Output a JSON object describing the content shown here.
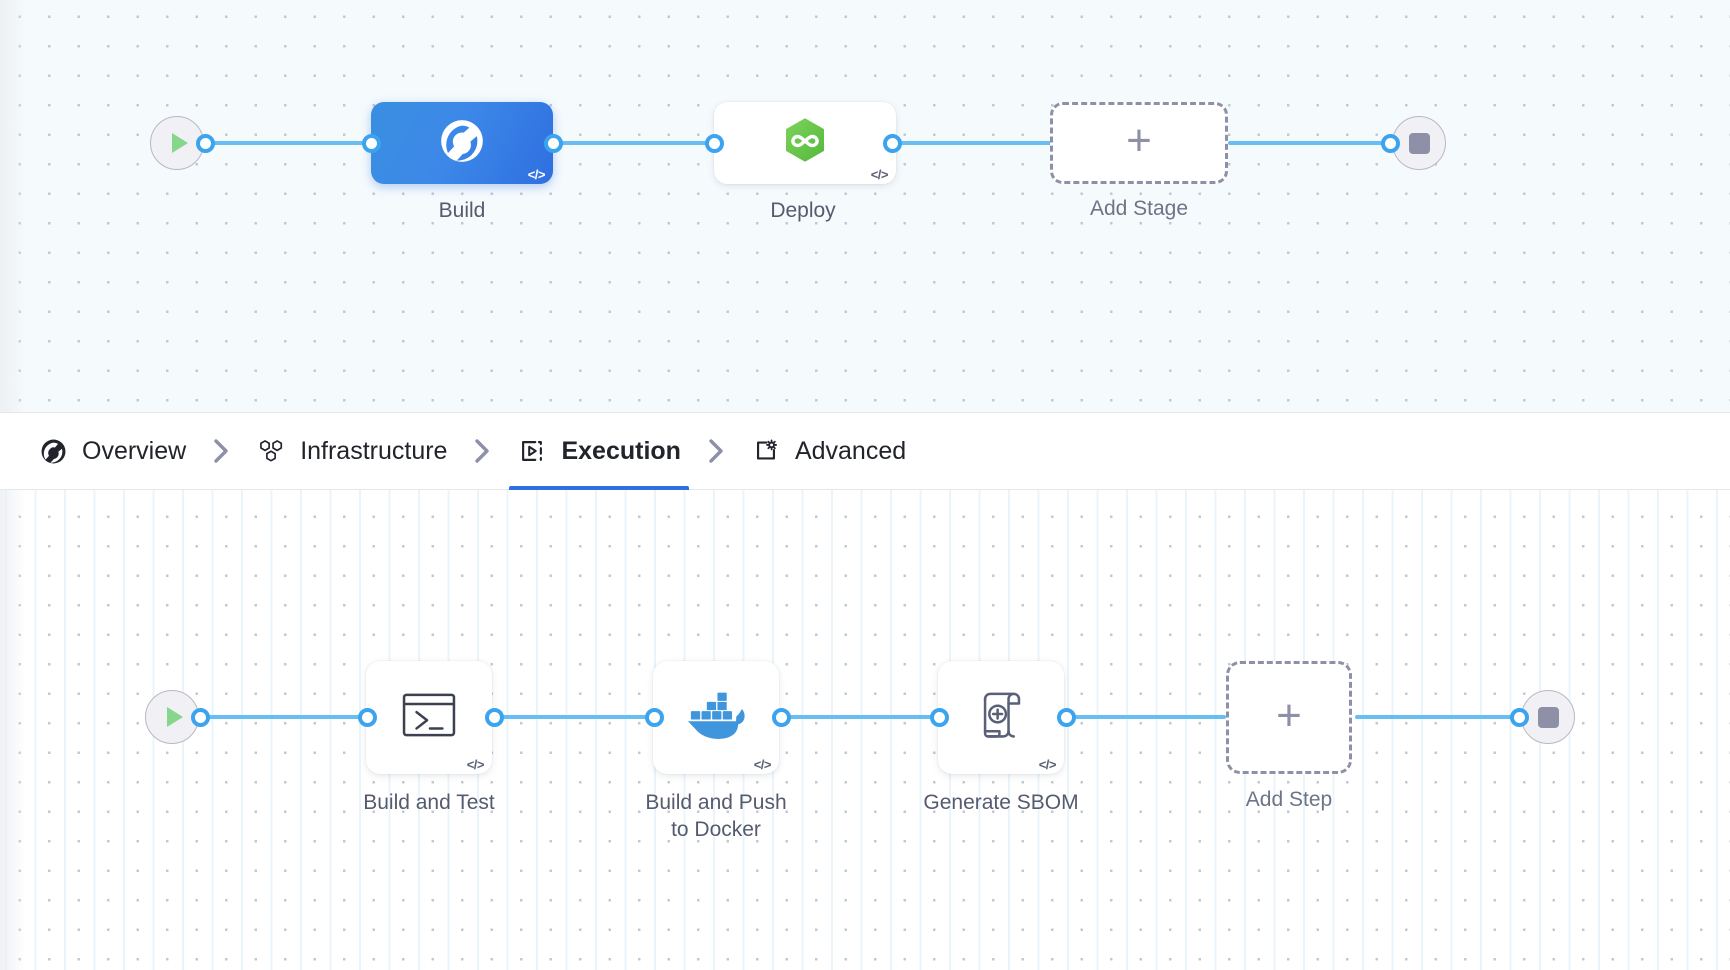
{
  "stage_graph": {
    "start_node": {
      "icon": "play-icon",
      "name": "pipeline-start"
    },
    "end_node": {
      "icon": "stop-icon",
      "name": "pipeline-end"
    },
    "nodes": [
      {
        "label": "Build",
        "icon": "build-wheel-icon",
        "badge": "</>",
        "selected": true,
        "type": "stage"
      },
      {
        "label": "Deploy",
        "icon": "harness-hex-icon",
        "badge": "</>",
        "selected": false,
        "type": "stage"
      },
      {
        "label": "Add Stage",
        "icon": "plus-icon",
        "badge": "",
        "selected": false,
        "type": "add-stage"
      }
    ]
  },
  "tabs": {
    "items": [
      {
        "label": "Overview",
        "icon": "overview-pie-icon",
        "active": false
      },
      {
        "label": "Infrastructure",
        "icon": "hexagons-icon",
        "active": false
      },
      {
        "label": "Execution",
        "icon": "execution-play-icon",
        "active": true
      },
      {
        "label": "Advanced",
        "icon": "advanced-gear-icon",
        "active": false
      }
    ],
    "separator_icon": "chevron-right-icon"
  },
  "step_graph": {
    "start_node": {
      "icon": "play-icon",
      "name": "execution-start"
    },
    "end_node": {
      "icon": "stop-icon",
      "name": "execution-end"
    },
    "nodes": [
      {
        "label": "Build and Test",
        "icon": "terminal-icon",
        "badge": "</>",
        "type": "step"
      },
      {
        "label": "Build and Push\nto Docker",
        "icon": "docker-icon",
        "badge": "</>",
        "type": "step"
      },
      {
        "label": "Generate SBOM",
        "icon": "sbom-scroll-icon",
        "badge": "</>",
        "type": "step"
      },
      {
        "label": "Add Step",
        "icon": "plus-icon",
        "badge": "",
        "type": "add-step"
      }
    ]
  },
  "colors": {
    "accent": "#2f6fe0",
    "connector": "#69bdf2",
    "port": "#3ca4ee",
    "selected_node": "#3a8fe0",
    "deploy_icon": "#6cc04a",
    "docker_icon": "#3f96dd",
    "dashed_border": "#8e90a8",
    "canvas_top": "#f5fafd",
    "canvas_bottom": "#ffffff"
  },
  "symbols": {
    "plus": "+",
    "code_badge": "</>"
  }
}
